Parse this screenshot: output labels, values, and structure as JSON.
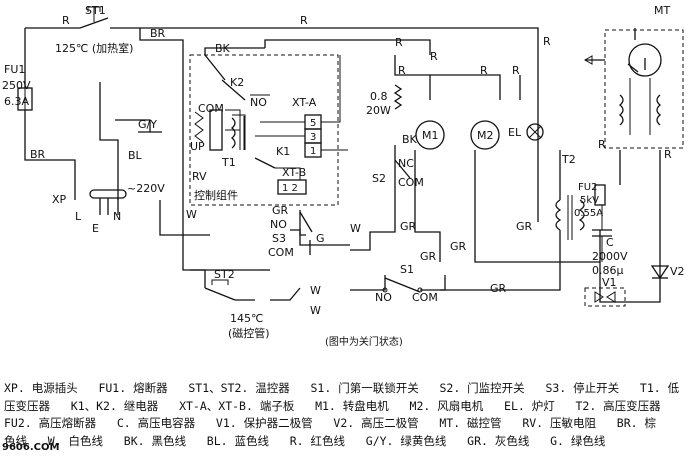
{
  "labels": {
    "st1": "ST1",
    "st1_spec": "125℃ (加热室)",
    "br": "BR",
    "r": "R",
    "bk": "BK",
    "fu1": "FU1",
    "fu1_v": "250V",
    "fu1_a": "6.3A",
    "gy": "G/Y",
    "bl": "BL",
    "voltage": "~220V",
    "xp": "XP",
    "l": "L",
    "e": "E",
    "n": "N",
    "k2": "K2",
    "com": "COM",
    "no": "NO",
    "up": "UP",
    "t1": "T1",
    "rv": "RV",
    "xta": "XT-A",
    "xtb": "XT-B",
    "k1": "K1",
    "pin5": "5",
    "pin3": "3",
    "pin1": "1",
    "res_ohm": "0.8",
    "res_w": "20W",
    "m1": "M1",
    "m2": "M2",
    "el": "EL",
    "nc": "NC",
    "s2": "S2",
    "control": "控制组件",
    "xtb_pins": "1 2",
    "gr": "GR",
    "s3": "S3",
    "g": "G",
    "w": "W",
    "s1": "S1",
    "st2": "ST2",
    "st2_temp": "145℃",
    "st2_note": "(磁控管)",
    "caption": "(图中为关门状态)",
    "t2": "T2",
    "mt": "MT",
    "fu2": "FU2",
    "fu2_kv": "5kV",
    "fu2_a": "0.55A",
    "c": "C",
    "c_v": "2000V",
    "c_f": "0.86μ",
    "v1": "V1",
    "v2": "V2"
  },
  "legend": "XP. 电源插头   FU1. 熔断器   ST1、ST2. 温控器   S1. 门第一联锁开关   S2. 门监控开关   S3. 停止开关   T1. 低\n压变压器   K1、K2. 继电器   XT-A、XT-B. 端子板   M1. 转盘电机   M2. 风扇电机   EL. 炉灯   T2. 高压变压器\nFU2. 高压熔断器   C. 高压电容器   V1. 保护器二极管   V2. 高压二极管   MT. 磁控管   RV. 压敏电阻   BR. 棕\n色线   W. 白色线   BK. 黑色线   BL. 蓝色线   R. 红色线   G/Y. 绿黄色线   GR. 灰色线   G. 绿色线",
  "credit": "9606.COM"
}
